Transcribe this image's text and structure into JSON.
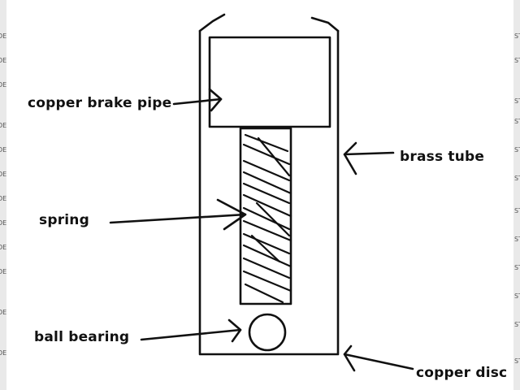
{
  "labels": {
    "copper_brake_pipe": "copper brake pipe",
    "brass_tube": "brass tube",
    "spring": "spring",
    "ball_bearing": "ball bearing",
    "copper_disc": "copper disc"
  },
  "watermark": {
    "left_fragment": "DE",
    "right_fragment": "ST"
  },
  "colors": {
    "ink": "#111111",
    "background": "#ffffff",
    "edge_strip": "#e9e9e9"
  }
}
